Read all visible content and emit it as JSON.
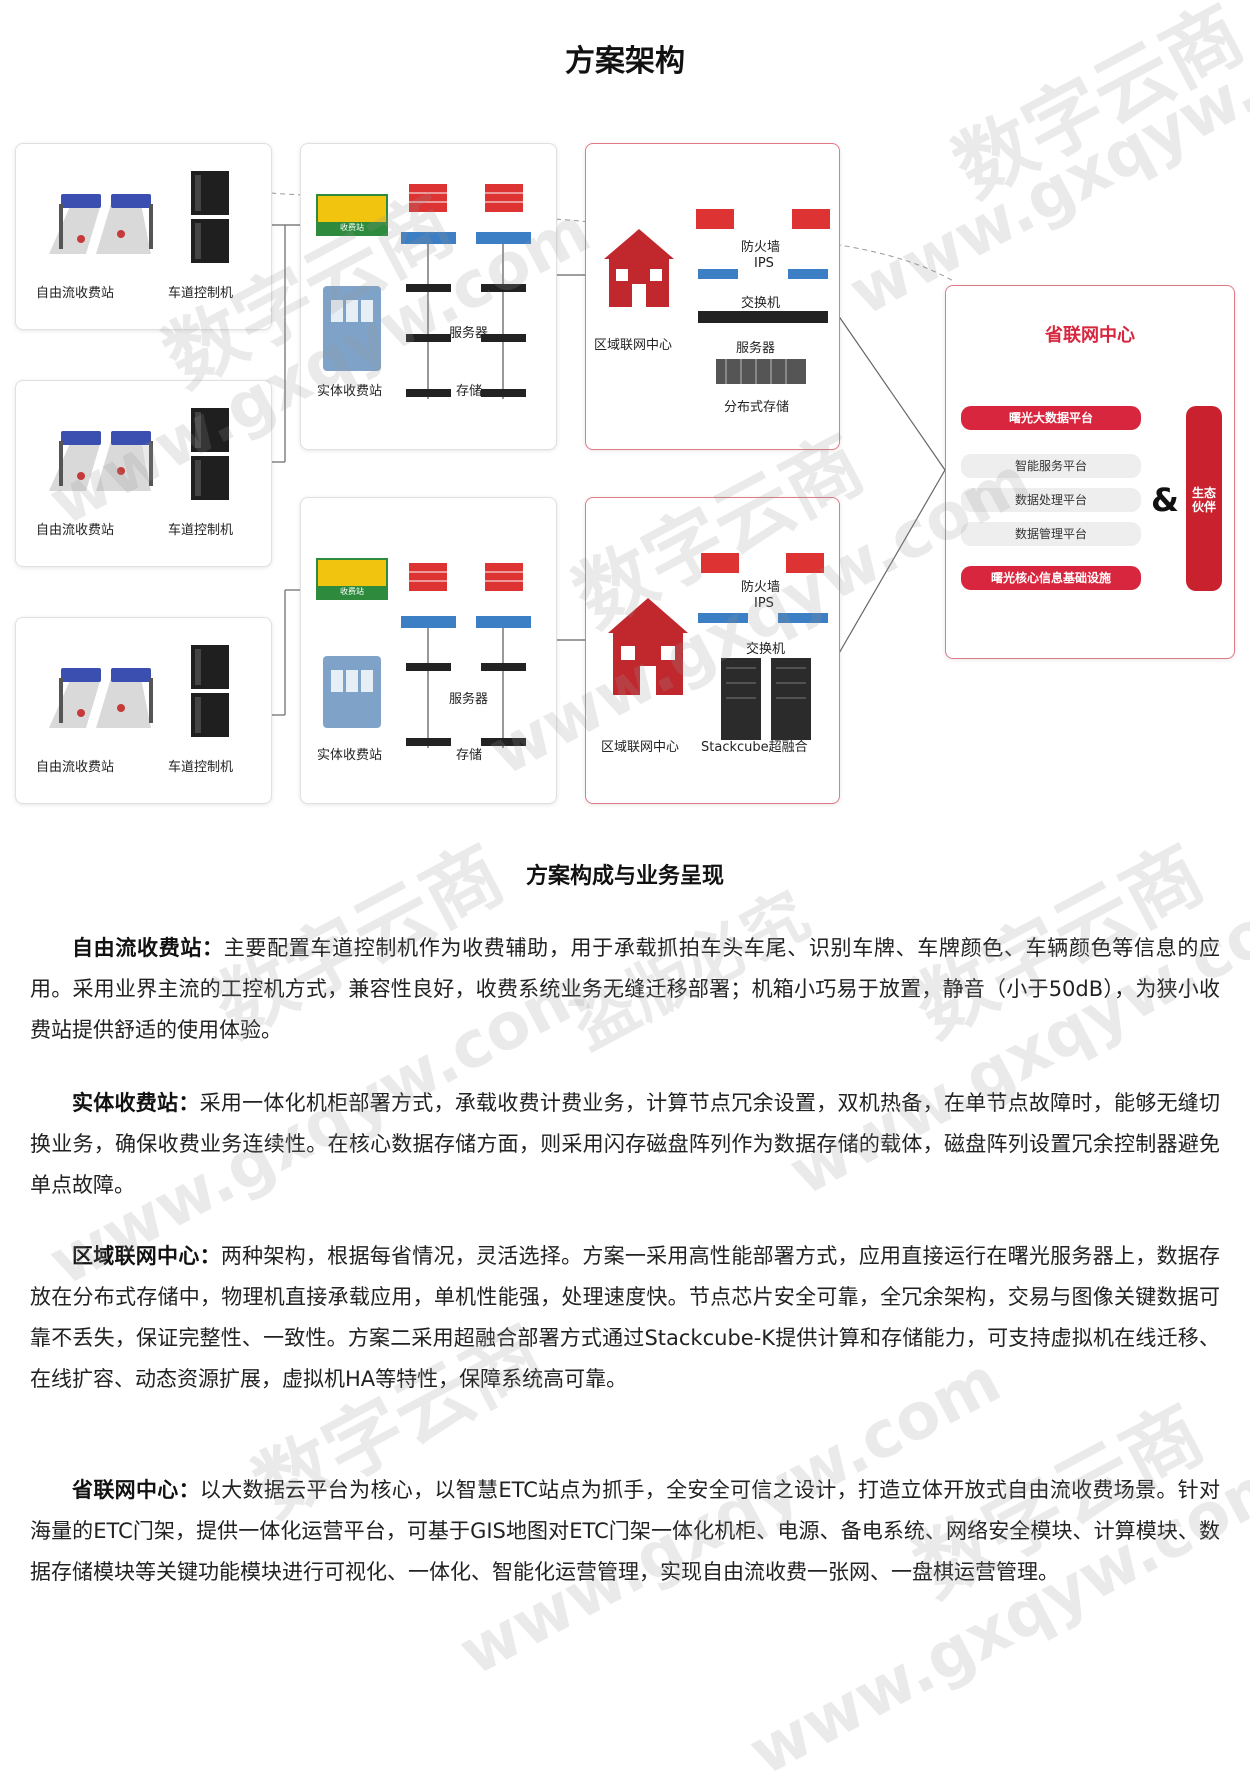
{
  "title": "方案架构",
  "diagram": {
    "left_groups": [
      {
        "free_flow": "自由流收费站",
        "controller": "车道控制机"
      },
      {
        "free_flow": "自由流收费站",
        "controller": "车道控制机"
      },
      {
        "free_flow": "自由流收费站",
        "controller": "车道控制机"
      }
    ],
    "mid_groups": [
      {
        "station": "实体收费站",
        "server": "服务器",
        "storage": "存储",
        "etc_sign": "收费站"
      },
      {
        "station": "实体收费站",
        "server": "服务器",
        "storage": "存储",
        "etc_sign": "收费站"
      }
    ],
    "region1": {
      "center": "区域联网中心",
      "firewall": "防火墙",
      "ips": "IPS",
      "switch": "交换机",
      "server": "服务器",
      "storage": "分布式存储"
    },
    "region2": {
      "center": "区域联网中心",
      "firewall": "防火墙",
      "ips": "IPS",
      "switch": "交换机",
      "hci": "Stackcube超融合"
    },
    "province": {
      "title": "省联网中心",
      "platform_top": "曙光大数据平台",
      "items": [
        "智能服务平台",
        "数据处理平台",
        "数据管理平台"
      ],
      "platform_bottom": "曙光核心信息基础设施",
      "amp": "&",
      "eco": "生态伙伴"
    },
    "colors": {
      "accent": "#d7263d",
      "border_red": "#e07a84"
    }
  },
  "section_title": "方案构成与业务呈现",
  "paragraphs": [
    {
      "head": "自由流收费站：",
      "body": "主要配置车道控制机作为收费辅助，用于承载抓拍车头车尾、识别车牌、车牌颜色、车辆颜色等信息的应用。采用业界主流的工控机方式，兼容性良好，收费系统业务无缝迁移部署；机箱小巧易于放置，静音（小于50dB），为狭小收费站提供舒适的使用体验。"
    },
    {
      "head": "实体收费站：",
      "body": "采用一体化机柜部署方式，承载收费计费业务，计算节点冗余设置，双机热备，在单节点故障时，能够无缝切换业务，确保收费业务连续性。在核心数据存储方面，则采用闪存磁盘阵列作为数据存储的载体，磁盘阵列设置冗余控制器避免单点故障。"
    },
    {
      "head": "区域联网中心：",
      "body": "两种架构，根据每省情况，灵活选择。方案一采用高性能部署方式，应用直接运行在曙光服务器上，数据存放在分布式存储中，物理机直接承载应用，单机性能强，处理速度快。节点芯片安全可靠，全冗余架构，交易与图像关键数据可靠不丢失，保证完整性、一致性。方案二采用超融合部署方式通过Stackcube-K提供计算和存储能力，可支持虚拟机在线迁移、在线扩容、动态资源扩展，虚拟机HA等特性，保障系统高可靠。"
    },
    {
      "head": "省联网中心：",
      "body": "以大数据云平台为核心，以智慧ETC站点为抓手，全安全可信之设计，打造立体开放式自由流收费场景。针对海量的ETC门架，提供一体化运营平台，可基于GIS地图对ETC门架一体化机柜、电源、备电系统、网络安全模块、计算模块、数据存储模块等关键功能模块进行可视化、一体化、智能化运营管理，实现自由流收费一张网、一盘棋运营管理。"
    }
  ],
  "watermarks": [
    "数字云商",
    "www.gxqyw.com",
    "盗版必究"
  ]
}
